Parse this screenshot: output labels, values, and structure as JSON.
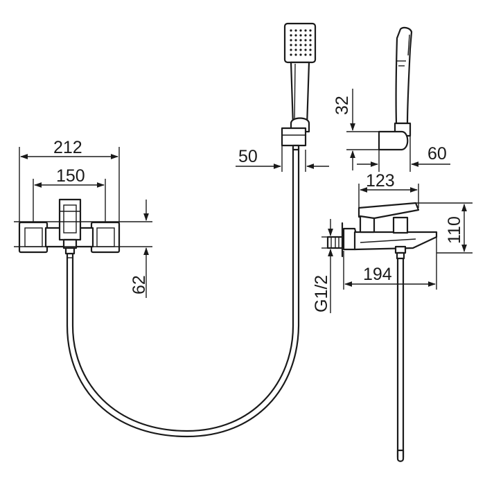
{
  "dimensions": {
    "d212": "212",
    "d150": "150",
    "d62": "62",
    "d50": "50",
    "d32": "32",
    "d60": "60",
    "d123": "123",
    "d110": "110",
    "d194": "194",
    "g12": "G1/2"
  },
  "colors": {
    "line": "#1a1a1a",
    "background": "#ffffff"
  }
}
